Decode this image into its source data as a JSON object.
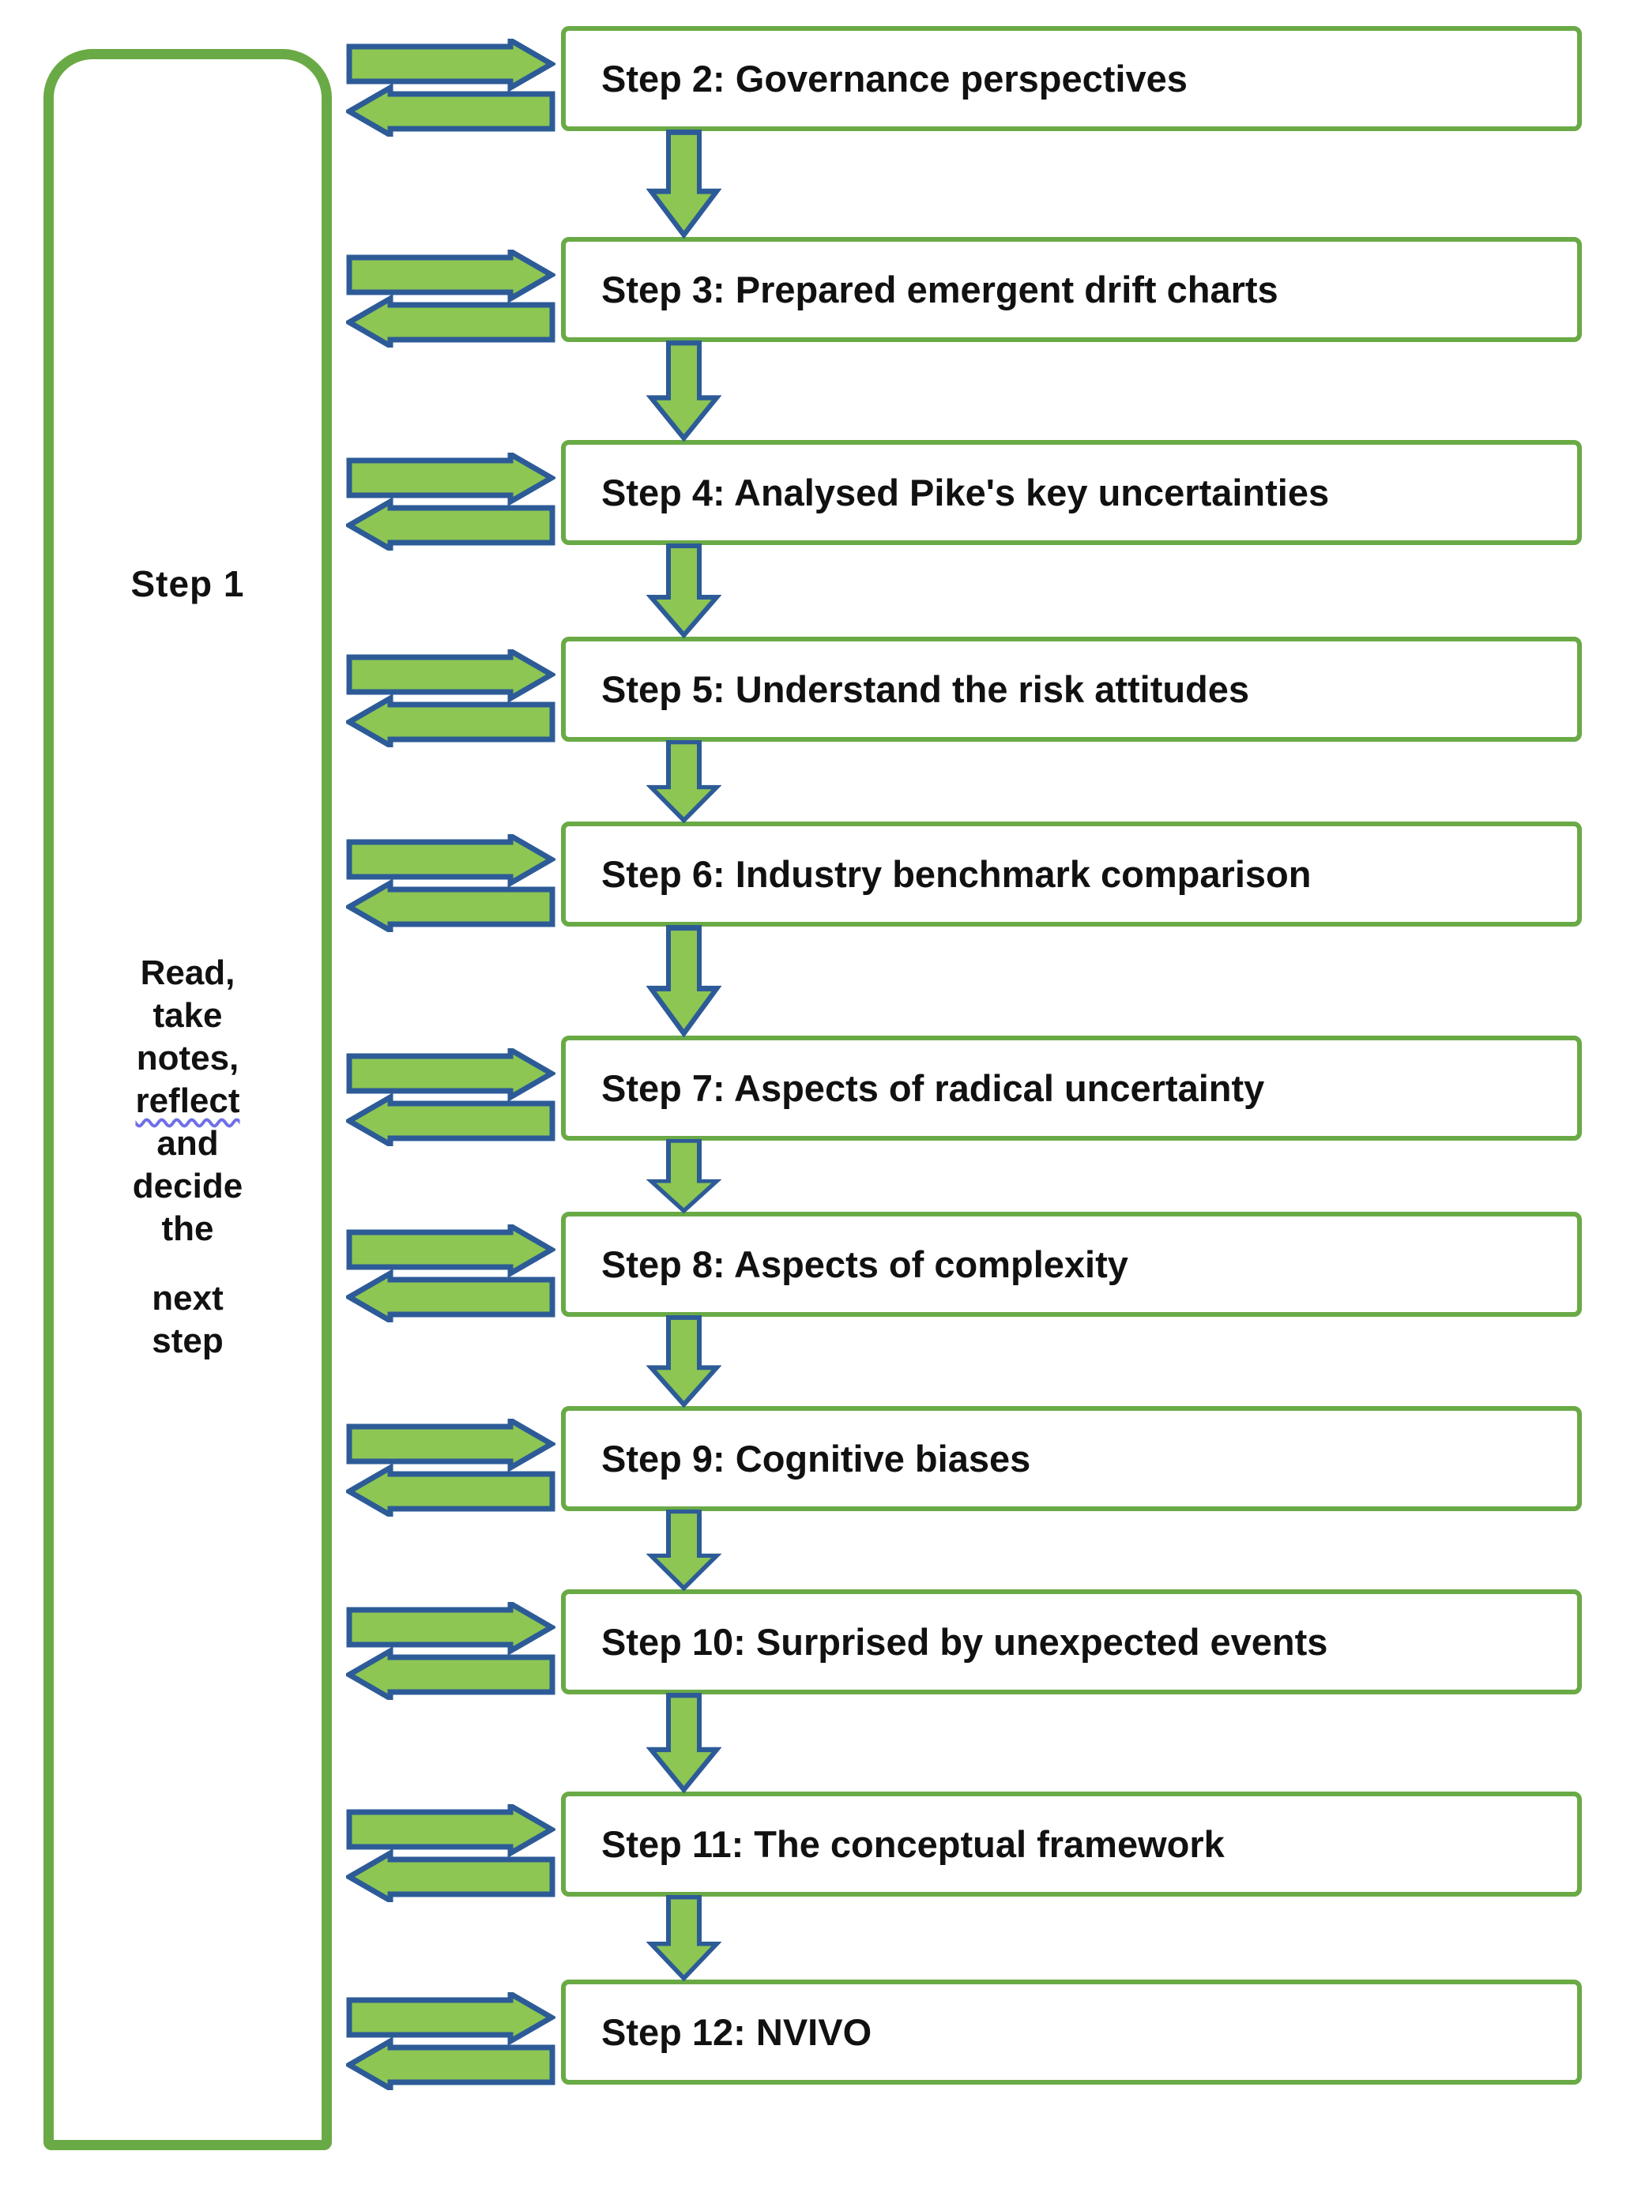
{
  "diagram": {
    "step1": {
      "title": "Step 1",
      "description_lines": [
        "Read,",
        "take",
        "notes,",
        "reflect",
        "and",
        "decide",
        "the",
        "next",
        "step"
      ]
    },
    "steps": [
      {
        "label": "Step 2: Governance perspectives"
      },
      {
        "label": "Step 3: Prepared emergent drift charts"
      },
      {
        "label": "Step 4: Analysed Pike's key uncertainties"
      },
      {
        "label": "Step 5: Understand the risk attitudes"
      },
      {
        "label": "Step 6: Industry benchmark comparison"
      },
      {
        "label": "Step 7: Aspects of radical uncertainty"
      },
      {
        "label": "Step 8: Aspects of complexity"
      },
      {
        "label": "Step 9: Cognitive biases"
      },
      {
        "label": "Step 10: Surprised by unexpected events"
      },
      {
        "label": "Step 11: The conceptual framework"
      },
      {
        "label": "Step 12: NVIVO"
      }
    ],
    "icons": {
      "right_arrow": "right-arrow-icon",
      "left_arrow": "left-arrow-icon",
      "down_arrow": "down-arrow-icon"
    },
    "colors": {
      "box_border_green": "#6aaa46",
      "arrow_fill_green": "#8dc653",
      "arrow_stroke_blue": "#2d5b97",
      "text_black": "#111111",
      "spellcheck_underline_blue": "#6f6fe8",
      "background": "#ffffff"
    }
  }
}
